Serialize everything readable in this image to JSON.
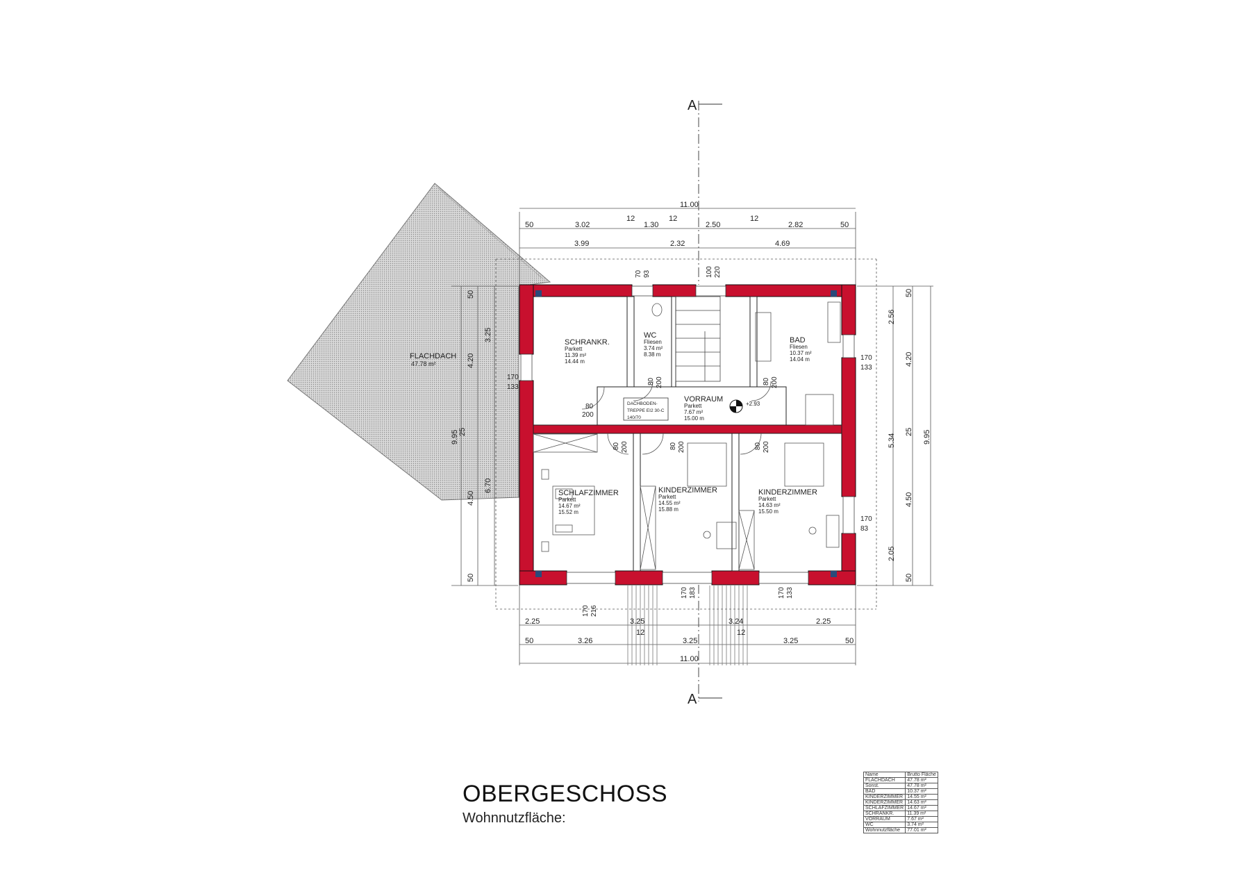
{
  "title": "OBERGESCHOSS",
  "subtitle": "Wohnnutzfläche:",
  "section_mark": "A",
  "colors": {
    "wall": "#c8102e",
    "roof_hatch": "#999999",
    "column": "#2a4a7a",
    "line": "#333333"
  },
  "rooms": {
    "flachdach": {
      "name": "FLACHDACH",
      "area": "47.78 m²"
    },
    "schrankr": {
      "name": "SCHRANKR.",
      "floor": "Parkett",
      "area": "11.39 m²",
      "perimeter": "14.44 m"
    },
    "wc": {
      "name": "WC",
      "floor": "Fliesen",
      "area": "3.74 m²",
      "perimeter": "8.38 m"
    },
    "bad": {
      "name": "BAD",
      "floor": "Fliesen",
      "area": "10.37 m²",
      "perimeter": "14.04 m"
    },
    "vorraum": {
      "name": "VORRAUM",
      "floor": "Parkett",
      "area": "7.67 m²",
      "perimeter": "15.00 m"
    },
    "schlafzimmer": {
      "name": "SCHLAFZIMMER",
      "floor": "Parkett",
      "area": "14.67 m²",
      "perimeter": "15.52 m"
    },
    "kinderzimmer1": {
      "name": "KINDERZIMMER",
      "floor": "Parkett",
      "area": "14.55 m²",
      "perimeter": "15.88 m"
    },
    "kinderzimmer2": {
      "name": "KINDERZIMMER",
      "floor": "Parkett",
      "area": "14.63 m²",
      "perimeter": "15.50 m"
    }
  },
  "stair": {
    "line1": "DACHBODEN-",
    "line2": "TREPPE EI2 30-C",
    "line3": "140/70"
  },
  "level_mark": "+2.93",
  "openings": {
    "d_schrank": [
      "80",
      "200"
    ],
    "d_wc": [
      "80",
      "200"
    ],
    "d_bad": [
      "80",
      "200"
    ],
    "d_schlaf": [
      "80",
      "200"
    ],
    "d_kind1": [
      "80",
      "200"
    ],
    "d_kind2": [
      "80",
      "200"
    ],
    "w_schrank": [
      "170",
      "133"
    ],
    "w_bad": [
      "170",
      "133"
    ],
    "w_kind2": [
      "170",
      "83"
    ],
    "w_top_wc": [
      "70",
      "93"
    ],
    "w_top_stair": [
      "100",
      "220"
    ],
    "w_bot_schlaf": [
      "170",
      "216"
    ],
    "w_bot_kind1": [
      "170",
      "183"
    ],
    "w_bot_kind2": [
      "170",
      "133"
    ]
  },
  "dims": {
    "top_total": "11.00",
    "top_row1": [
      "50",
      "3.02",
      "12",
      "1.30",
      "12",
      "2.50",
      "12",
      "2.82",
      "50"
    ],
    "top_row2": [
      "3.99",
      "2.32",
      "4.69"
    ],
    "bottom_row1": [
      "2.25",
      "3.25",
      "3.25",
      "3.24",
      "2.25"
    ],
    "bottom_12": [
      "12",
      "12"
    ],
    "bottom_row2": [
      "50",
      "3.26",
      "3.25",
      "50"
    ],
    "bottom_total": "11.00",
    "left_inner": [
      "50",
      "3.25",
      "4.20",
      "25",
      "4.50",
      "6.70",
      "50"
    ],
    "left_total": "9.95",
    "right_inner": [
      "50",
      "2.56",
      "4.20",
      "25",
      "5.34",
      "4.50",
      "2.05",
      "50"
    ],
    "right_total": "9.95"
  },
  "legend": {
    "headers": [
      "Name",
      "Brutto Fläche"
    ],
    "rows": [
      [
        "FLACHDACH",
        "47.78 m²"
      ],
      [
        "Sonst.",
        "47.78 m²"
      ],
      [
        "BAD",
        "10.37 m²"
      ],
      [
        "KINDERZIMMER",
        "14.55 m²"
      ],
      [
        "KINDERZIMMER",
        "14.63 m²"
      ],
      [
        "SCHLAFZIMMER",
        "14.67 m²"
      ],
      [
        "SCHRANKR.",
        "11.39 m²"
      ],
      [
        "VORRAUM",
        "7.67 m²"
      ],
      [
        "WC",
        "3.74 m²"
      ],
      [
        "Wohnnutzfläche",
        "77.01 m²"
      ]
    ]
  }
}
